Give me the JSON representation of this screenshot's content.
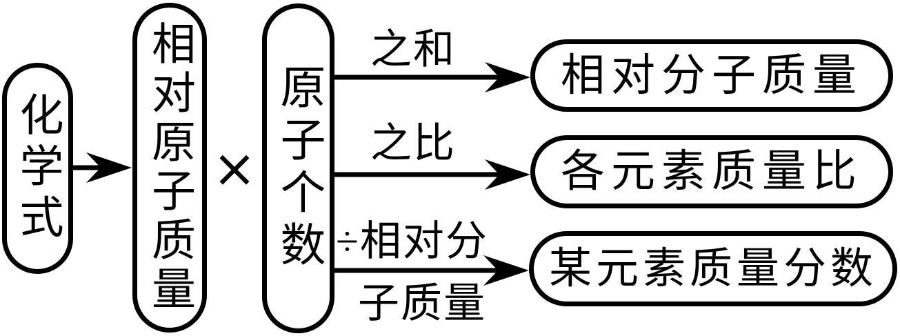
{
  "diagram": {
    "colors": {
      "ink": "#000000",
      "background": "#ffffff"
    },
    "nodes": {
      "chemical_formula": {
        "label": "化学式"
      },
      "relative_atomic_mass": {
        "label": "相对原子质量"
      },
      "atom_count": {
        "label": "原子个数"
      },
      "relative_molecular_mass": {
        "label": "相对分子质量"
      },
      "element_mass_ratio": {
        "label": "各元素质量比"
      },
      "element_mass_fraction": {
        "label": "某元素质量分数"
      }
    },
    "operator": {
      "multiply": "×"
    },
    "edges": {
      "sum": {
        "label": "之和"
      },
      "ratio": {
        "label": "之比"
      },
      "fraction": {
        "label_line1": "÷相对分",
        "label_line2": "子质量"
      }
    }
  }
}
